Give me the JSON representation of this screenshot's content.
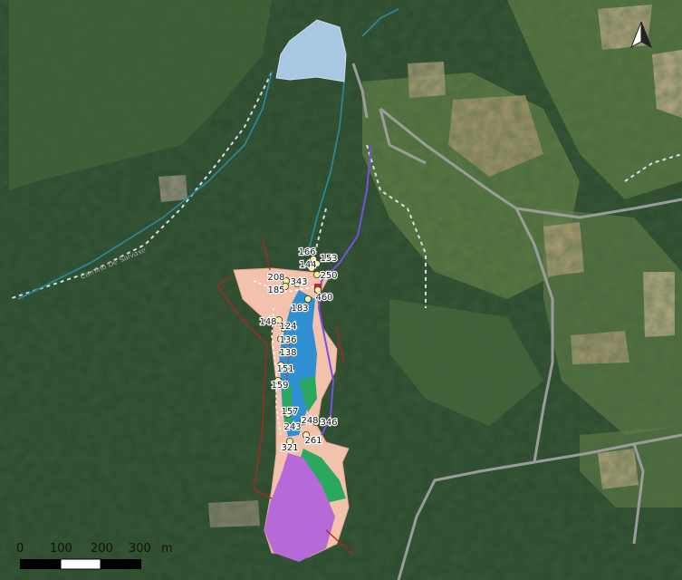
{
  "map": {
    "road_label": "Camino De Salvaxe",
    "north_arrow_icon": "north-arrow-icon",
    "colors": {
      "forest_dark": "#1f3a25",
      "forest": "#2c4a2e",
      "field": "#6d8a4a",
      "bare": "#b09a72",
      "reservoir": "#a9c6e2",
      "water": "#2f8fd0",
      "salmon": "#f3c2ad",
      "violet": "#b56ad8",
      "green": "#2aa860",
      "road": "#9c9c9c",
      "stream": "#2a8aa0",
      "boundary_red": "#b22222",
      "point_fill": "#f5ef9b"
    },
    "points": [
      {
        "label": "166"
      },
      {
        "label": "153"
      },
      {
        "label": "144"
      },
      {
        "label": "250"
      },
      {
        "label": "208"
      },
      {
        "label": "343"
      },
      {
        "label": "185"
      },
      {
        "label": "460"
      },
      {
        "label": "183"
      },
      {
        "label": "148"
      },
      {
        "label": "124"
      },
      {
        "label": "136"
      },
      {
        "label": "138"
      },
      {
        "label": "151"
      },
      {
        "label": "159"
      },
      {
        "label": "157"
      },
      {
        "label": "248"
      },
      {
        "label": "346"
      },
      {
        "label": "243"
      },
      {
        "label": "261"
      },
      {
        "label": "321"
      }
    ],
    "scale": {
      "ticks": [
        "0",
        "100",
        "200",
        "300"
      ],
      "unit": "m"
    }
  }
}
